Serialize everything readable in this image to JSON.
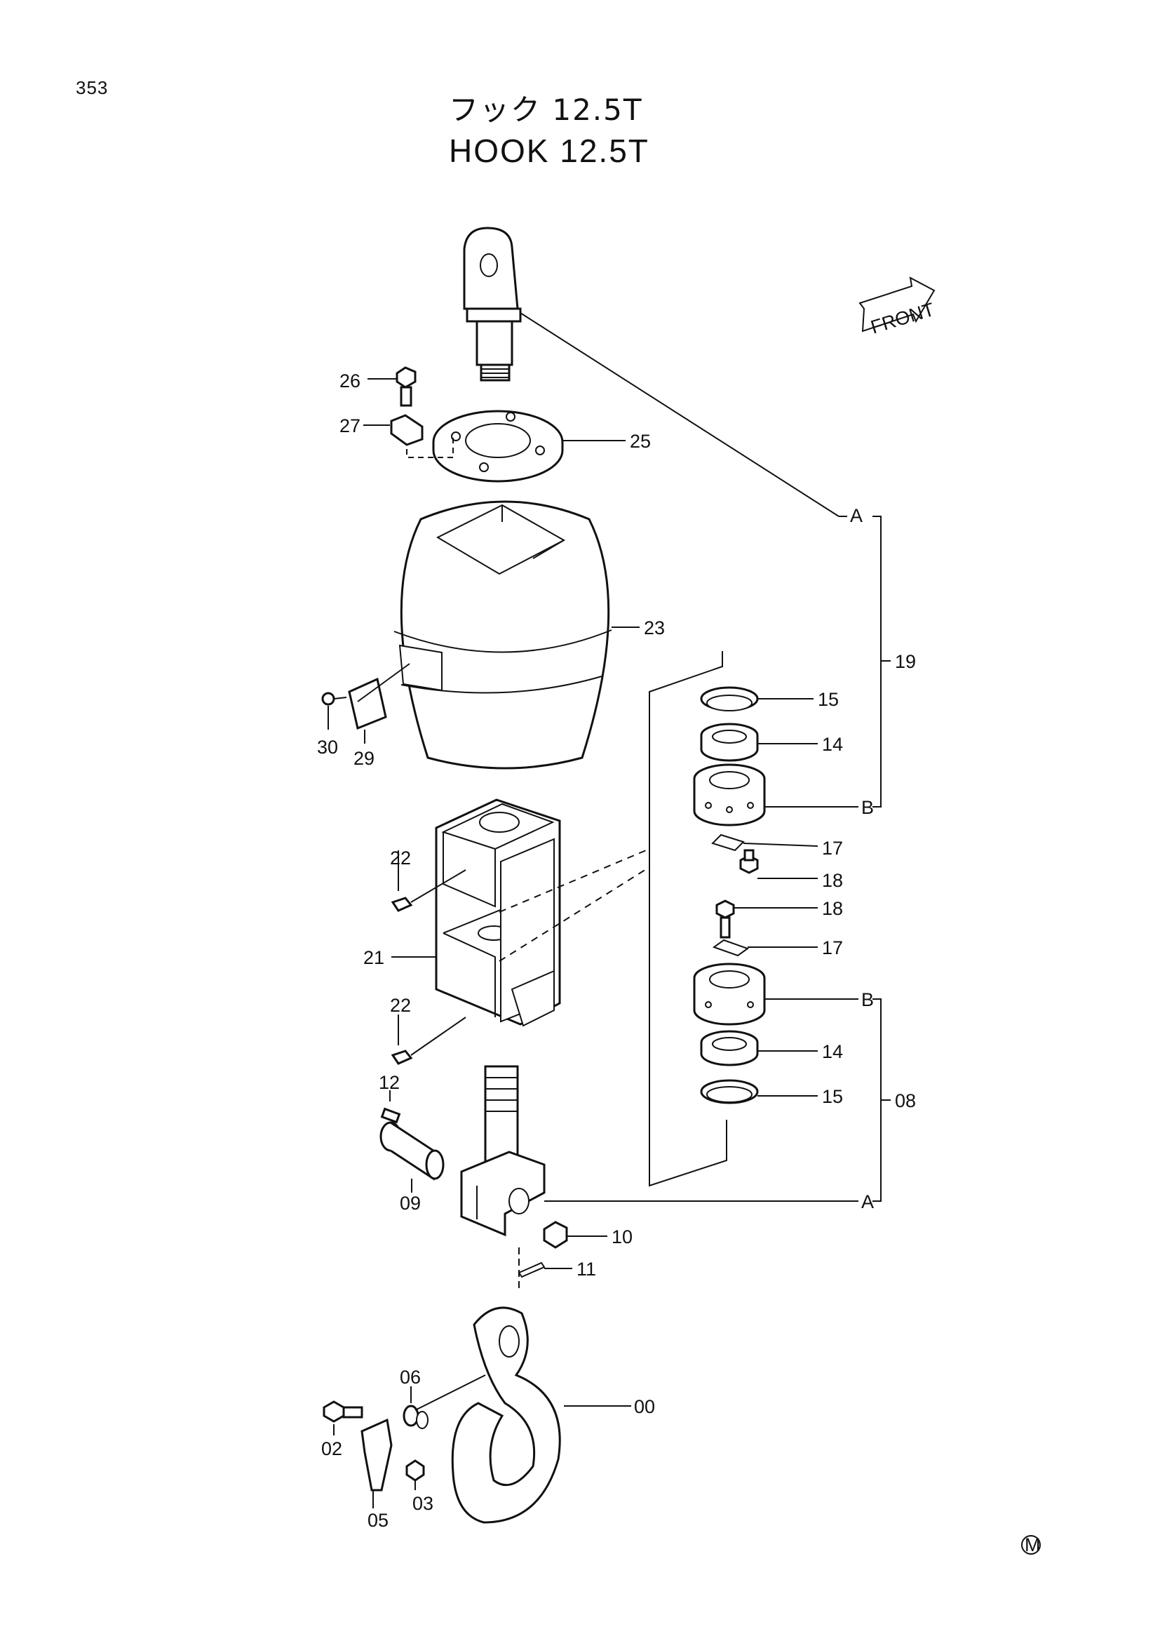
{
  "page_number": "353",
  "title": {
    "japanese": "フック 12.5T",
    "english": "HOOK 12.5T"
  },
  "front_label": "FRONT",
  "marker": "M",
  "callouts": [
    {
      "key": "26",
      "text": "26"
    },
    {
      "key": "27",
      "text": "27"
    },
    {
      "key": "25",
      "text": "25"
    },
    {
      "key": "A_top",
      "text": "A"
    },
    {
      "key": "23",
      "text": "23"
    },
    {
      "key": "19",
      "text": "19"
    },
    {
      "key": "15_top",
      "text": "15"
    },
    {
      "key": "14_top",
      "text": "14"
    },
    {
      "key": "B_top",
      "text": "B"
    },
    {
      "key": "30",
      "text": "30"
    },
    {
      "key": "29",
      "text": "29"
    },
    {
      "key": "17_top",
      "text": "17"
    },
    {
      "key": "18_top",
      "text": "18"
    },
    {
      "key": "18_bot",
      "text": "18"
    },
    {
      "key": "17_bot",
      "text": "17"
    },
    {
      "key": "22_top",
      "text": "22"
    },
    {
      "key": "21",
      "text": "21"
    },
    {
      "key": "22_bot",
      "text": "22"
    },
    {
      "key": "B_bot",
      "text": "B"
    },
    {
      "key": "14_bot",
      "text": "14"
    },
    {
      "key": "15_bot",
      "text": "15"
    },
    {
      "key": "08",
      "text": "08"
    },
    {
      "key": "12",
      "text": "12"
    },
    {
      "key": "09",
      "text": "09"
    },
    {
      "key": "A_bot",
      "text": "A"
    },
    {
      "key": "10",
      "text": "10"
    },
    {
      "key": "11",
      "text": "11"
    },
    {
      "key": "06",
      "text": "06"
    },
    {
      "key": "00",
      "text": "00"
    },
    {
      "key": "02",
      "text": "02"
    },
    {
      "key": "05",
      "text": "05"
    },
    {
      "key": "03",
      "text": "03"
    }
  ]
}
